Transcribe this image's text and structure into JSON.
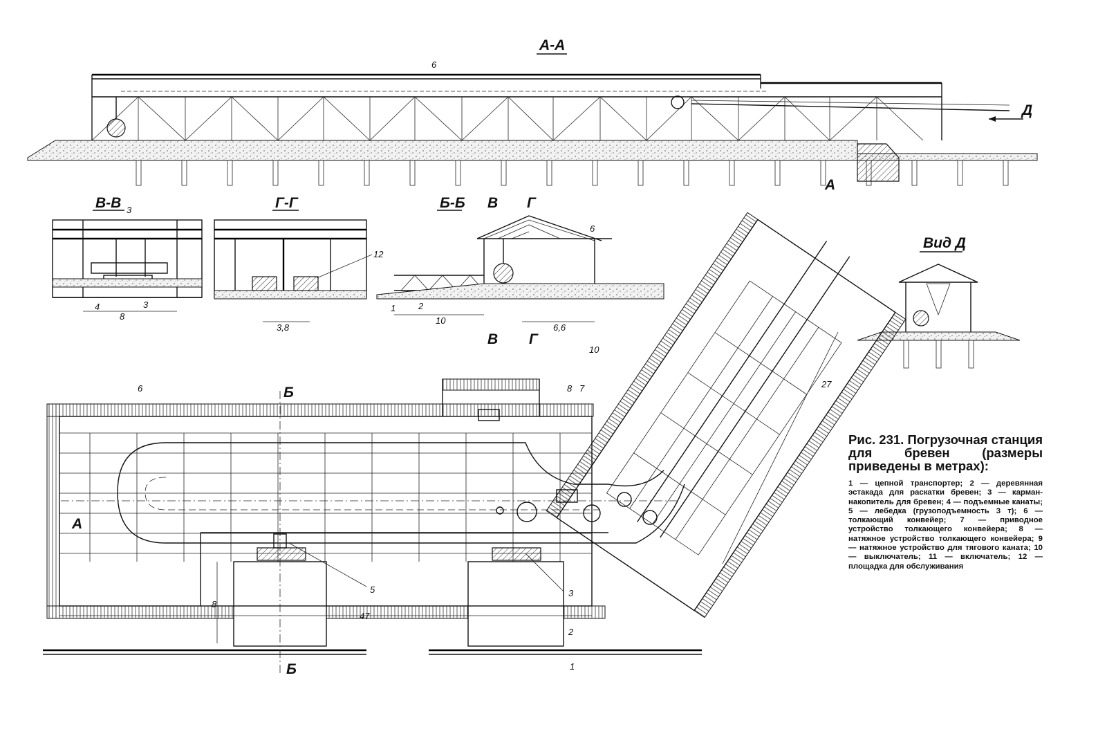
{
  "section_labels": {
    "aa": "А-А",
    "bb": "Б-Б",
    "vv": "В-В",
    "gg": "Г-Г",
    "view_d": "Вид Д",
    "d_arrow": "Д",
    "a_marker": "А",
    "b_marker": "Б",
    "v_marker": "В",
    "g_marker": "Г"
  },
  "dimensions": {
    "vv_width": "8",
    "vv_pocket": "3",
    "gg_width": "3,8",
    "bb_trestle": "10",
    "bb_shed": "6,6",
    "plan_length": "47",
    "plan_width": "8",
    "plan_incline": "27"
  },
  "callouts": [
    "1",
    "2",
    "3",
    "4",
    "5",
    "6",
    "7",
    "8",
    "10",
    "12"
  ],
  "caption": {
    "title": "Рис. 231. Погрузочная станция для бревен (размеры приведены в метрах):",
    "legend_intro": "",
    "legend": [
      {
        "num": "1",
        "text": "цепной транспортер;"
      },
      {
        "num": "2",
        "text": "деревянная эстакада для раскатки бревен;"
      },
      {
        "num": "3",
        "text": "карман-накопитель для бревен;"
      },
      {
        "num": "4",
        "text": "подъемные канаты;"
      },
      {
        "num": "5",
        "text": "лебедка (грузоподъемность 3 т);"
      },
      {
        "num": "6",
        "text": "толкающий конвейер;"
      },
      {
        "num": "7",
        "text": "приводное устройство толкающего конвейера;"
      },
      {
        "num": "8",
        "text": "натяжное устройство толкающего конвейера;"
      },
      {
        "num": "9",
        "text": "натяжное устройство для тягового каната;"
      },
      {
        "num": "10",
        "text": "выключатель;"
      },
      {
        "num": "11",
        "text": "включатель;"
      },
      {
        "num": "12",
        "text": "площадка для обслуживания"
      }
    ]
  }
}
